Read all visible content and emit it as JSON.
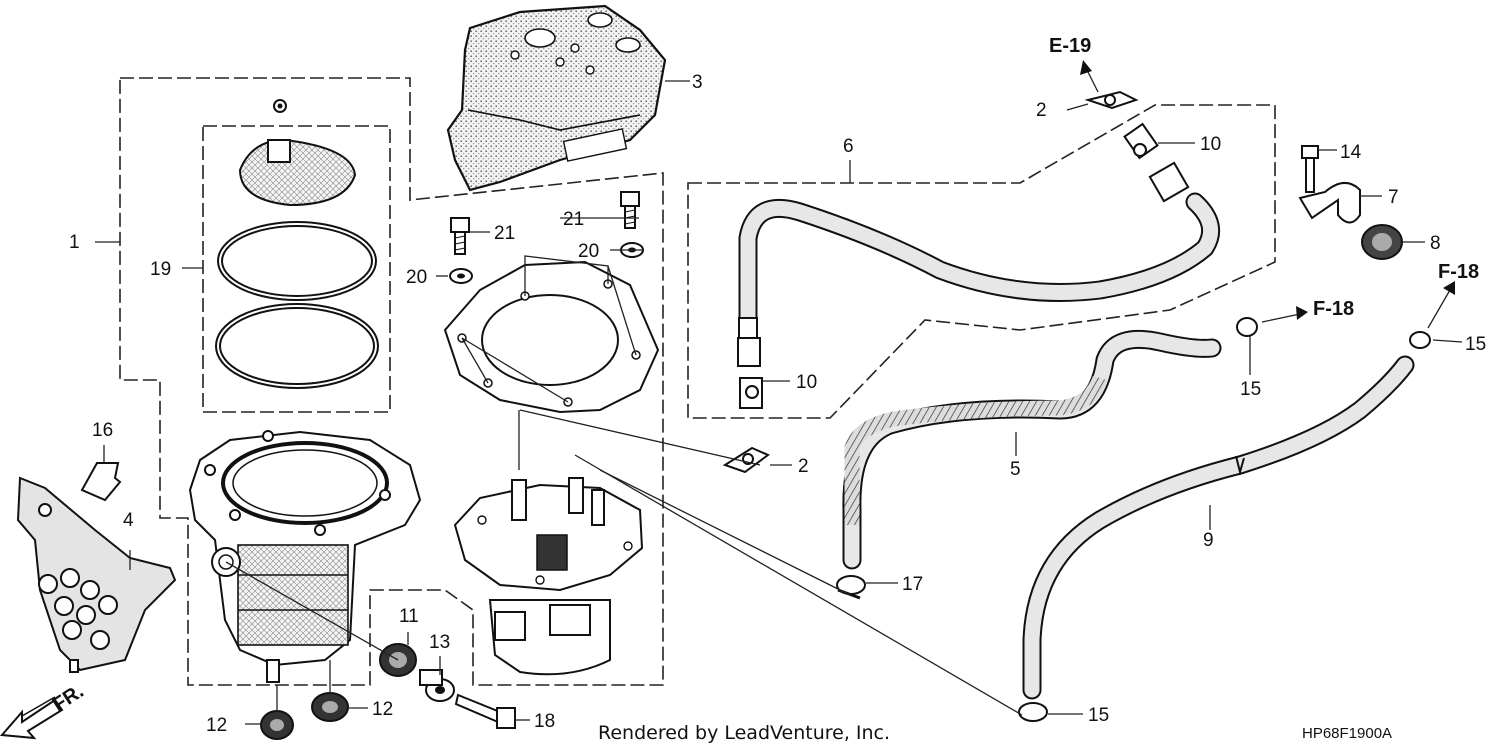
{
  "diagram": {
    "diagram_code": "HP68F1900A",
    "render_credit": "Rendered by LeadVenture, Inc.",
    "orientation_label": "FR.",
    "callouts": [
      {
        "id": "c1",
        "label": "1"
      },
      {
        "id": "c2a",
        "label": "2"
      },
      {
        "id": "c2b",
        "label": "2"
      },
      {
        "id": "c3",
        "label": "3"
      },
      {
        "id": "c4",
        "label": "4"
      },
      {
        "id": "c5",
        "label": "5"
      },
      {
        "id": "c6",
        "label": "6"
      },
      {
        "id": "c7",
        "label": "7"
      },
      {
        "id": "c8",
        "label": "8"
      },
      {
        "id": "c9",
        "label": "9"
      },
      {
        "id": "c10a",
        "label": "10"
      },
      {
        "id": "c10b",
        "label": "10"
      },
      {
        "id": "c11",
        "label": "11"
      },
      {
        "id": "c12a",
        "label": "12"
      },
      {
        "id": "c12b",
        "label": "12"
      },
      {
        "id": "c13",
        "label": "13"
      },
      {
        "id": "c14",
        "label": "14"
      },
      {
        "id": "c15a",
        "label": "15"
      },
      {
        "id": "c15b",
        "label": "15"
      },
      {
        "id": "c15c",
        "label": "15"
      },
      {
        "id": "c16",
        "label": "16"
      },
      {
        "id": "c17",
        "label": "17"
      },
      {
        "id": "c18",
        "label": "18"
      },
      {
        "id": "c19",
        "label": "19"
      },
      {
        "id": "c20a",
        "label": "20"
      },
      {
        "id": "c20b",
        "label": "20"
      },
      {
        "id": "c21a",
        "label": "21"
      },
      {
        "id": "c21b",
        "label": "21"
      }
    ],
    "references": [
      {
        "id": "e19",
        "label": "E-19"
      },
      {
        "id": "f18a",
        "label": "F-18"
      },
      {
        "id": "f18b",
        "label": "F-18"
      }
    ]
  }
}
